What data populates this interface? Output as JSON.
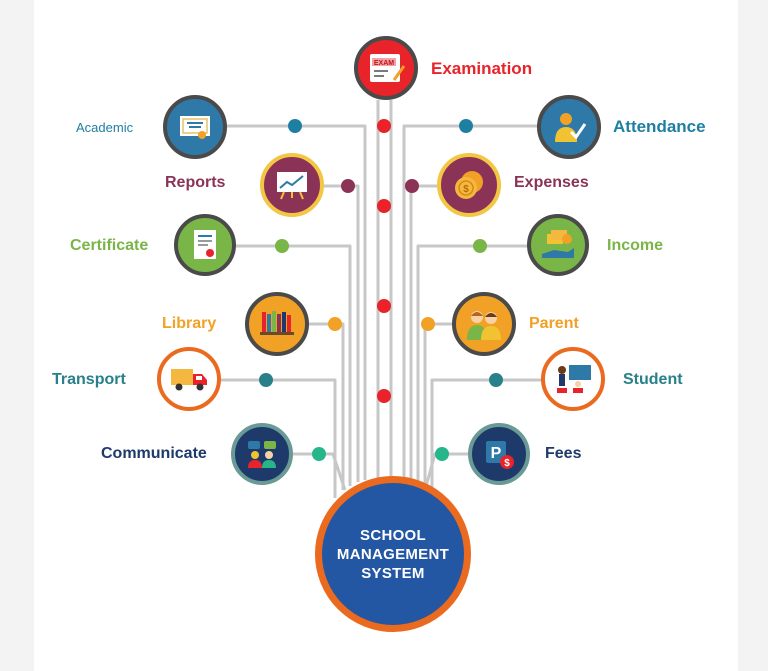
{
  "hub": {
    "line1": "SCHOOL",
    "line2": "MANAGEMENT",
    "line3": "SYSTEM"
  },
  "modules": [
    {
      "key": "examination",
      "label": "Examination",
      "icon": "exam-sheet-icon",
      "icon_text": "EXAM",
      "color": "#e8232a"
    },
    {
      "key": "academic",
      "label": "Academic",
      "icon": "diploma-certificate-icon",
      "color": "#1e7fa3"
    },
    {
      "key": "attendance",
      "label": "Attendance",
      "icon": "teacher-checkmark-icon",
      "color": "#1e7fa3"
    },
    {
      "key": "reports",
      "label": "Reports",
      "icon": "chart-board-icon",
      "color": "#8b3357"
    },
    {
      "key": "expenses",
      "label": "Expenses",
      "icon": "coins-icon",
      "color": "#8b3357"
    },
    {
      "key": "certificate",
      "label": "Certificate",
      "icon": "certificate-document-icon",
      "color": "#7ab547"
    },
    {
      "key": "income",
      "label": "Income",
      "icon": "money-hand-icon",
      "color": "#7ab547"
    },
    {
      "key": "library",
      "label": "Library",
      "icon": "bookshelf-icon",
      "color": "#f1a126"
    },
    {
      "key": "parent",
      "label": "Parent",
      "icon": "parents-icon",
      "color": "#f1a126"
    },
    {
      "key": "transport",
      "label": "Transport",
      "icon": "delivery-truck-icon",
      "color": "#27808a"
    },
    {
      "key": "student",
      "label": "Student",
      "icon": "classroom-student-icon",
      "color": "#27808a"
    },
    {
      "key": "communicate",
      "label": "Communicate",
      "icon": "chat-people-icon",
      "color": "#1e3a6b"
    },
    {
      "key": "fees",
      "label": "Fees",
      "icon": "fee-payment-icon",
      "icon_text": "P",
      "color": "#1e3a6b"
    }
  ],
  "colors": {
    "connector": "#c7c7c7",
    "hub_fill": "#2357a3",
    "hub_ring": "#ea6a1f",
    "exam_dots": "#e8232a",
    "academic": "#1e7fa3",
    "reports": "#8b3357",
    "certificate": "#7ab547",
    "library": "#f1a126",
    "transport": "#27808a",
    "communicate": "#1e3a6b"
  }
}
